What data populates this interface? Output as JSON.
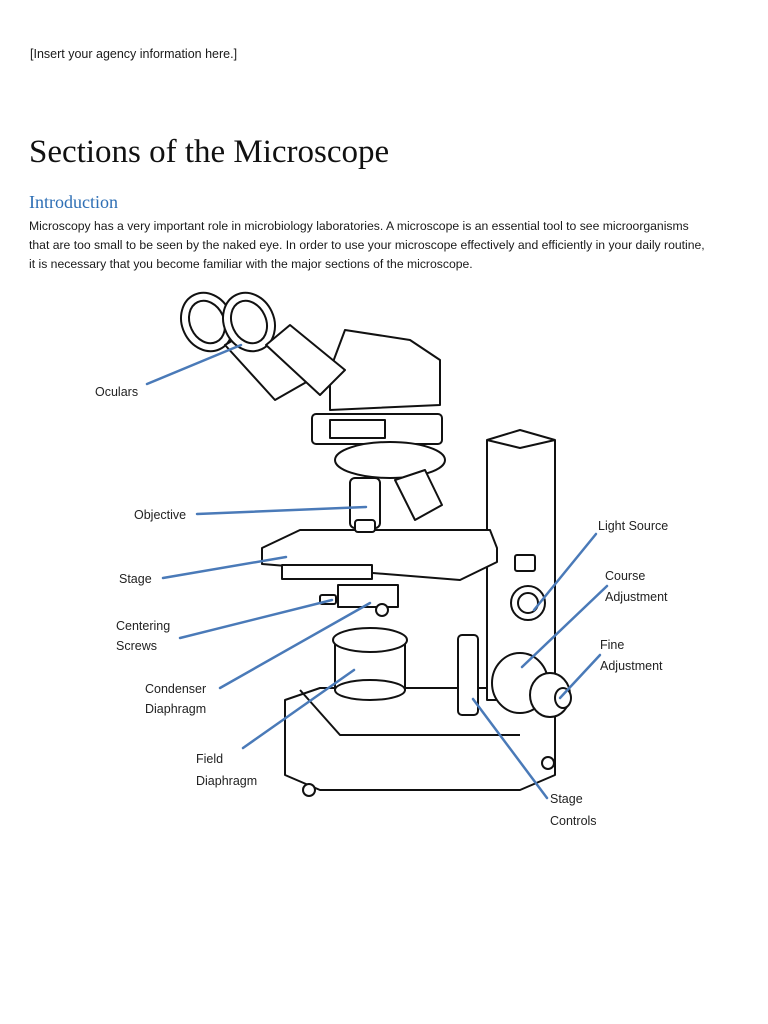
{
  "header": {
    "agency": "[Insert your agency information here.]"
  },
  "title": "Sections of the Microscope",
  "intro": {
    "heading": "Introduction",
    "lines": [
      "Microscopy has a very important role in microbiology laboratories. A microscope is an essential tool to see microorganisms",
      "that are too small to be seen by the naked eye. In order to use your microscope effectively and efficiently in your daily routine,",
      "it is necessary that you become familiar with the major sections of the microscope."
    ]
  },
  "diagram": {
    "line_color": "#4a7ab8",
    "labels": {
      "oculars": "Oculars",
      "objective": "Objective",
      "stage": "Stage",
      "centering_1": "Centering",
      "centering_2": "Screws",
      "condenser_1": "Condenser",
      "condenser_2": "Diaphragm",
      "field_1": "Field",
      "field_2": "Diaphragm",
      "light_source": "Light Source",
      "course_1": "Course",
      "course_2": "Adjustment",
      "fine_1": "Fine",
      "fine_2": "Adjustment",
      "stage_controls_1": "Stage",
      "stage_controls_2": "Controls"
    }
  }
}
